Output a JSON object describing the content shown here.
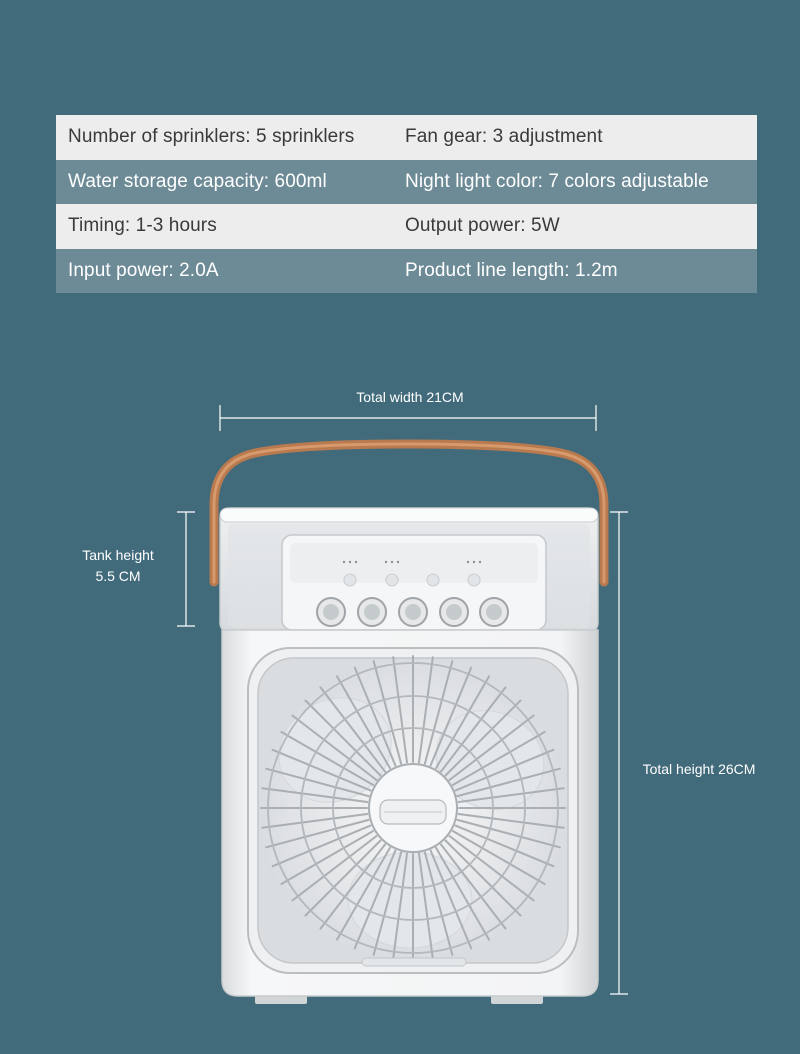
{
  "specs": [
    {
      "left": "Number of sprinklers: 5 sprinklers",
      "right": "Fan gear: 3 adjustment"
    },
    {
      "left": "Water storage capacity: 600ml",
      "right": "Night light color: 7 colors adjustable"
    },
    {
      "left": "Timing: 1-3 hours",
      "right": "Output power: 5W"
    },
    {
      "left": "Input power: 2.0A",
      "right": "Product line length: 1.2m"
    }
  ],
  "dimensions": {
    "width_label": "Total width 21CM",
    "tank_label_line1": "Tank height",
    "tank_label_line2": "5.5 CM",
    "height_label": "Total height 26CM"
  },
  "colors": {
    "background": "#416a7b",
    "row_light": "#ededed",
    "row_dark": "#6d8b97",
    "handle": "#b87a4e",
    "body": "#f4f5f6"
  },
  "icons": [
    "control-knob-icon",
    "indicator-dots-icon"
  ]
}
